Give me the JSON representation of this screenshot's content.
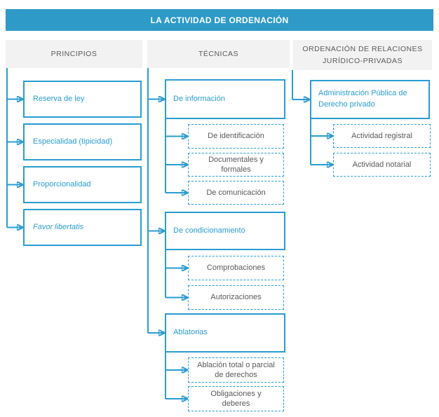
{
  "title": "LA ACTIVIDAD DE ORDENACIÓN",
  "colors": {
    "accent": "#2A9CD1",
    "banner_bg": "#2D9AC7",
    "header_bg": "#F2F2F2",
    "text_gray": "#595959"
  },
  "columns": [
    {
      "header": "PRINCIPIOS",
      "items": [
        {
          "label": "Reserva de ley"
        },
        {
          "label": "Especialidad (tipicidad)"
        },
        {
          "label": "Proporcionalidad"
        },
        {
          "label": "Favor libertatis"
        }
      ]
    },
    {
      "header": "TÉCNICAS",
      "groups": [
        {
          "label": "De información",
          "children": [
            "De identificación",
            "Documentales y formales",
            "De comunicación"
          ]
        },
        {
          "label": "De condicionamiento",
          "children": [
            "Comprobaciones",
            "Autorizaciones"
          ]
        },
        {
          "label": "Ablatorias",
          "children": [
            "Ablación total o parcial de derechos",
            "Obligaciones y deberes"
          ]
        }
      ]
    },
    {
      "header": "ORDENACIÓN DE RELACIONES JURÍDICO-PRIVADAS",
      "groups": [
        {
          "label": "Administración Pública de Derecho privado",
          "children": [
            "Actividad registral",
            "Actividad notarial"
          ]
        }
      ]
    }
  ]
}
